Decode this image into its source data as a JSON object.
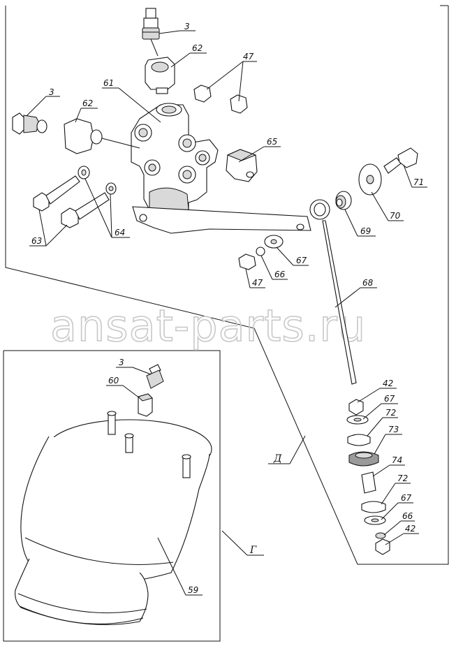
{
  "watermark": "ansat-parts.ru",
  "frames": {
    "upper": "Д",
    "lower": "Г"
  },
  "callouts": {
    "c3_top": "3",
    "c62_top": "62",
    "c47_top": "47",
    "c3_left": "3",
    "c62_left": "62",
    "c61": "61",
    "c65": "65",
    "c63": "63",
    "c64": "64",
    "c71": "71",
    "c70": "70",
    "c69": "69",
    "c67_mid": "67",
    "c66_mid": "66",
    "c47_mid": "47",
    "c68": "68",
    "c42_a": "42",
    "c67_a": "67",
    "c72_a": "72",
    "c73": "73",
    "c74": "74",
    "c72_b": "72",
    "c67_b": "67",
    "c66_b": "66",
    "c42_b": "42",
    "c3_bag": "3",
    "c60": "60",
    "c59": "59"
  },
  "colors": {
    "line": "#111111",
    "shade": "#d9d9d9",
    "watermark": "#c8c8c8"
  }
}
